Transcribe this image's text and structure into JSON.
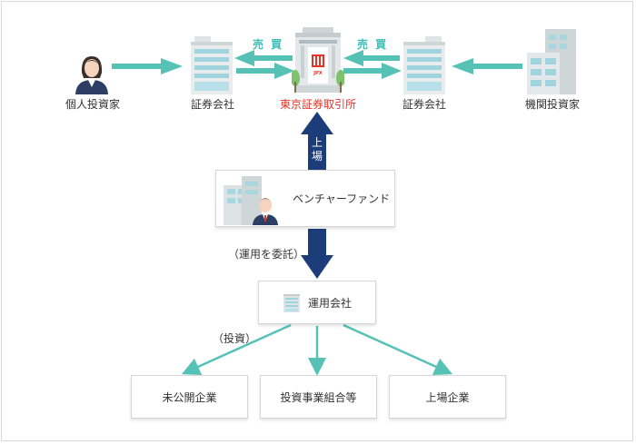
{
  "nodes": {
    "individual_investor": "個人投資家",
    "securities_left": "証券会社",
    "exchange": "東京証券取引所",
    "securities_right": "証券会社",
    "institutional_investor": "機関投資家",
    "venture_fund": "ベンチャーファンド",
    "management_company": "運用会社",
    "unlisted_company": "未公開企業",
    "investment_partnership": "投資事業組合等",
    "listed_company": "上場企業"
  },
  "edges": {
    "trade_left": "売 買",
    "trade_right": "売 買",
    "listing_char1": "上",
    "listing_char2": "場",
    "entrust": "（運用を委託）",
    "invest": "（投資）"
  },
  "logo": {
    "text": "JPX"
  },
  "colors": {
    "teal": "#56c2b6",
    "navy": "#1d3d7a",
    "red": "#e6332a"
  }
}
